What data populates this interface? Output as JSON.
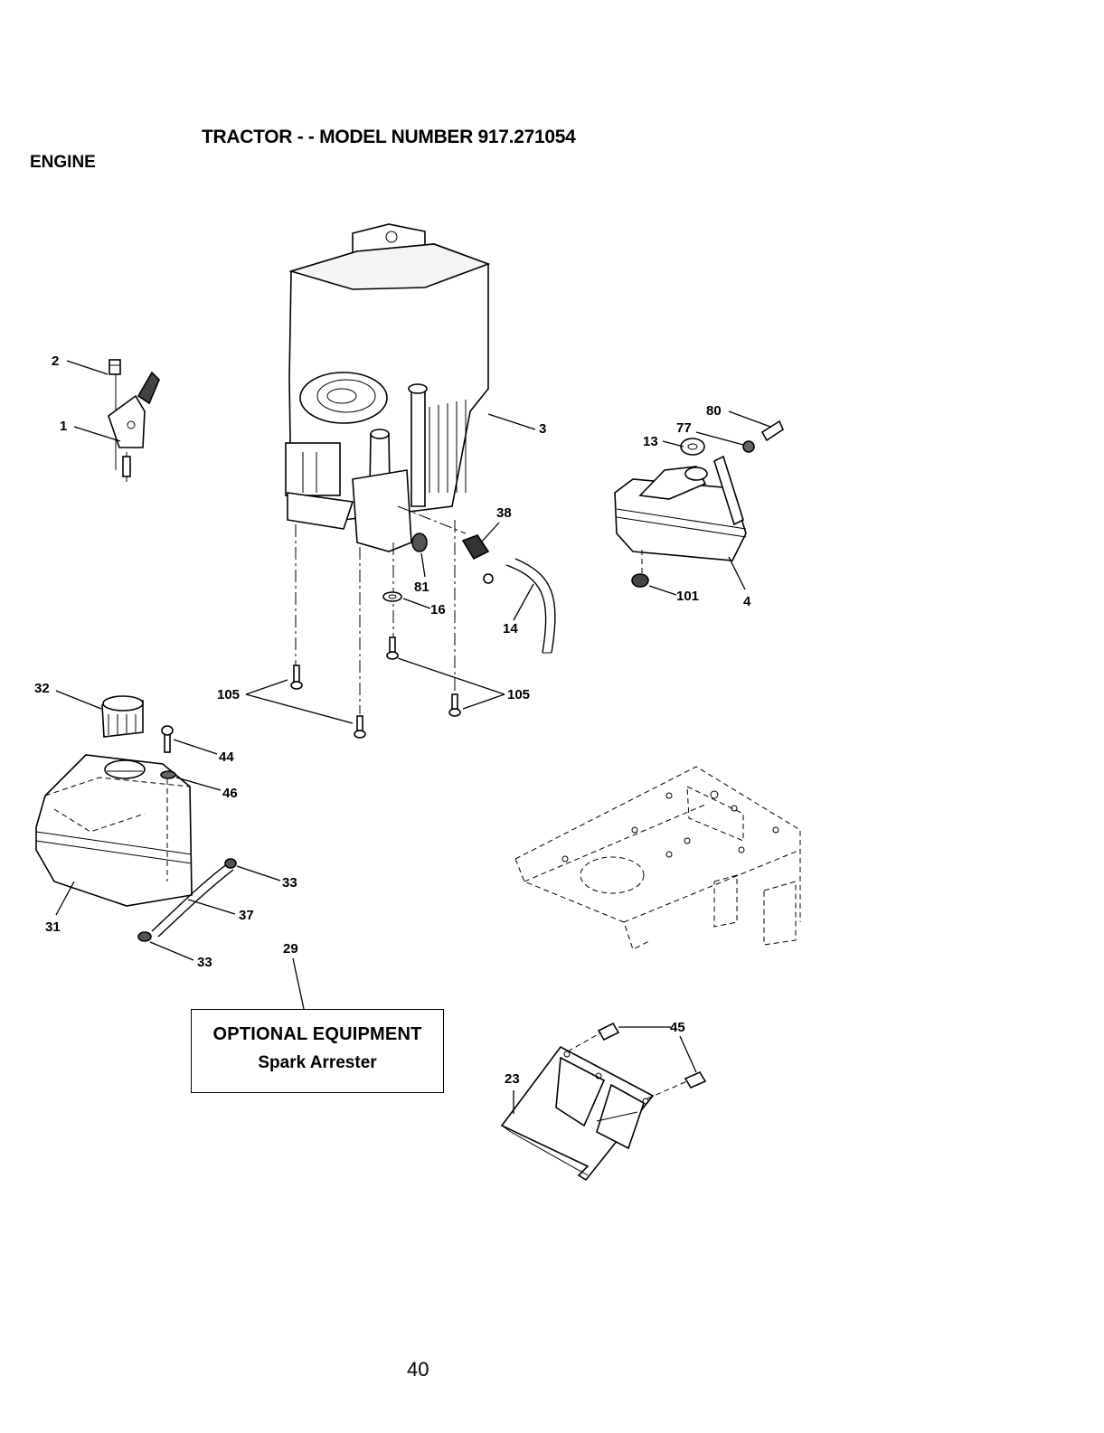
{
  "page": {
    "title": "TRACTOR - - MODEL NUMBER 917.271054",
    "section": "ENGINE",
    "page_number": "40"
  },
  "optional_equipment": {
    "heading": "OPTIONAL EQUIPMENT",
    "item": "Spark Arrester"
  },
  "callouts": {
    "throttle_screw": "2",
    "throttle_control": "1",
    "engine": "3",
    "fitting": "38",
    "grommet": "81",
    "washer": "16",
    "fuel_line_engine": "14",
    "bolt_left": "105",
    "bolt_right": "105",
    "muffler_bolt": "80",
    "muffler_washer": "77",
    "muffler_gasket": "13",
    "muffler_nut": "101",
    "muffler": "4",
    "fuel_cap": "32",
    "tank_screw": "44",
    "tank_washer": "46",
    "fuel_tank": "31",
    "clamp_upper": "33",
    "fuel_line": "37",
    "clamp_lower": "33",
    "arrester_pointer": "29",
    "arrester_screws": "45",
    "arrester": "23"
  }
}
